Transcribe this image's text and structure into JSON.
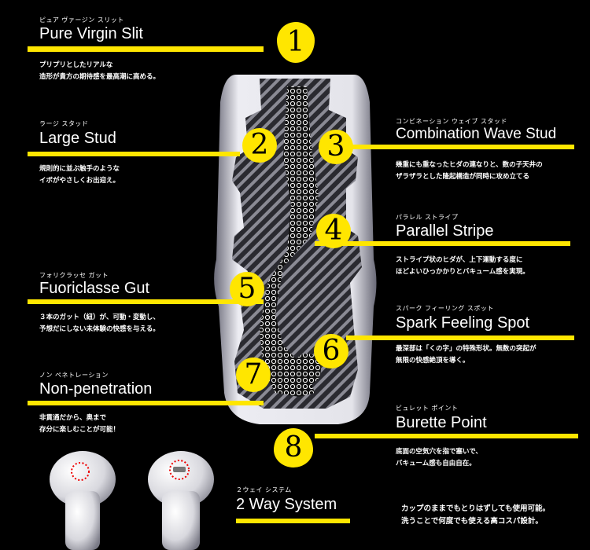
{
  "features": [
    {
      "ruby": "ピュア ヴァージン スリット",
      "title": "Pure Virgin Slit",
      "desc": [
        "プリプリとしたリアルな",
        "造形が貴方の期待感を最高潮に高める。"
      ]
    },
    {
      "ruby": "ラージ スタッド",
      "title": "Large Stud",
      "desc": [
        "規則的に並ぶ触手のような",
        "イボがやさしくお出迎え。"
      ]
    },
    {
      "ruby": "コンビネーション ウェイブ スタッド",
      "title": "Combination Wave Stud",
      "desc": [
        "幾重にも重なったヒダの連なりと、数の子天井の",
        "ザラザラとした隆起構造が同時に攻め立てる"
      ]
    },
    {
      "ruby": "パラレル ストライプ",
      "title": "Parallel Stripe",
      "desc": [
        "ストライプ状のヒダが、上下運動する度に",
        "ほどよいひっかかりとバキューム感を実現。"
      ]
    },
    {
      "ruby": "フォリクラッセ ガット",
      "title": "Fuoriclasse Gut",
      "desc": [
        "３本のガット（紐）が、可動・変動し、",
        "予想だにしない未体験の快感を与える。"
      ]
    },
    {
      "ruby": "スパーク フィーリング スポット",
      "title": "Spark Feeling Spot",
      "desc": [
        "最深部は「くの字」の特殊形状。無数の突起が",
        "無限の快感絶頂を導く。"
      ]
    },
    {
      "ruby": "ノン ペネトレーション",
      "title": "Non-penetration",
      "desc": [
        "非貫通だから、奥まで",
        "存分に楽しむことが可能！"
      ]
    },
    {
      "ruby": "ビュレット ポイント",
      "title": "Burette Point",
      "desc": [
        "底面の空気穴を指で塞いで、",
        "バキューム感も自由自在。"
      ]
    },
    {
      "ruby": "２ウェイ システム",
      "title": "2 Way System",
      "desc": [
        "カップのままでもとりはずしても使用可能。",
        "洗うことで何度でも使える高コスパ設計。"
      ]
    }
  ],
  "numbers": [
    "1",
    "2",
    "3",
    "4",
    "5",
    "6",
    "7",
    "8"
  ],
  "colors": {
    "accent": "#ffe600",
    "background": "#000000"
  }
}
